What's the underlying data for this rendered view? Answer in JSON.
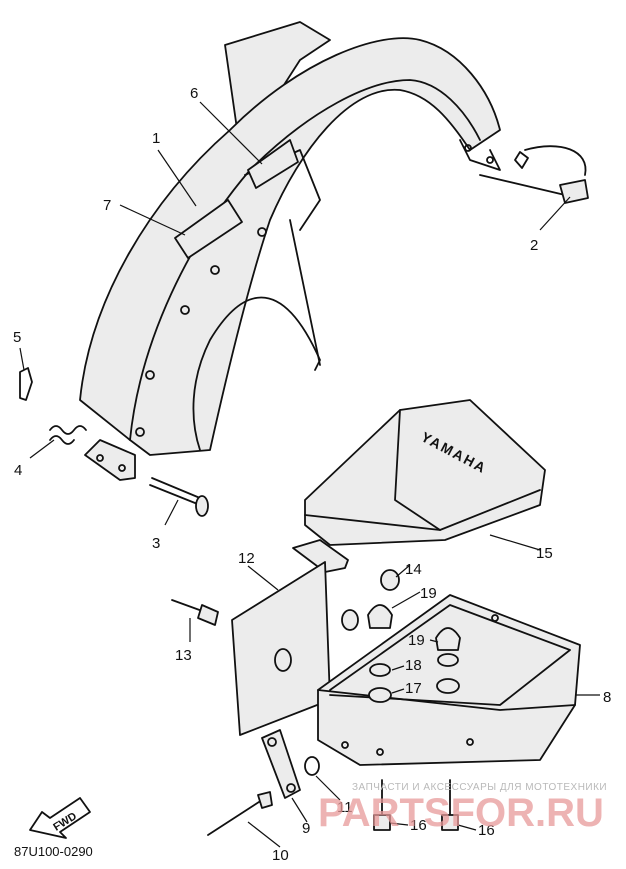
{
  "diagram_code": "87U100-0290",
  "direction_arrow_label": "FWD",
  "watermark": {
    "caption": "ЗАПЧАСТИ И АКСЕССУАРЫ ДЛЯ МОТОТЕХНИКИ",
    "brand": "PARTSFOR.RU"
  },
  "emblem_text": "YAMAHA",
  "callouts": {
    "c1": "1",
    "c2": "2",
    "c3": "3",
    "c4": "4",
    "c5": "5",
    "c6": "6",
    "c7": "7",
    "c8": "8",
    "c9": "9",
    "c10": "10",
    "c11": "11",
    "c12": "12",
    "c13": "13",
    "c14": "14",
    "c15": "15",
    "c16a": "16",
    "c16b": "16",
    "c17": "17",
    "c18": "18",
    "c19a": "19",
    "c19b": "19"
  }
}
